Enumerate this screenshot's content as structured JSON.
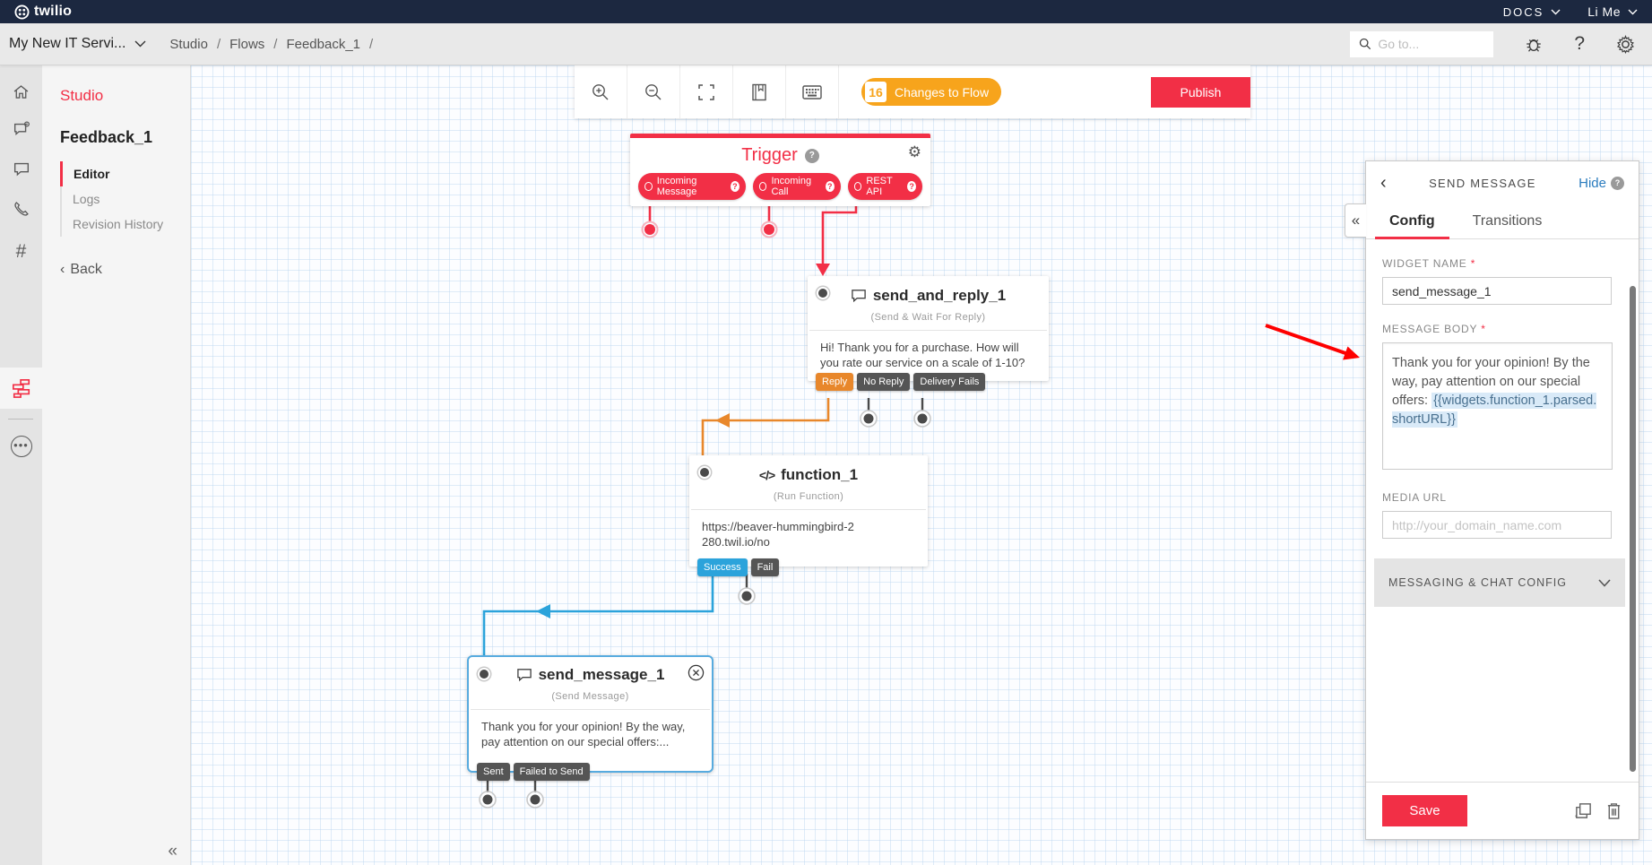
{
  "topbar": {
    "brand": "twilio",
    "docs_label": "DOCS",
    "user_label": "Li Me"
  },
  "breadcrumb": {
    "project": "My New IT Servi...",
    "path": [
      "Studio",
      "Flows",
      "Feedback_1"
    ],
    "separator": "/",
    "goto_placeholder": "Go to..."
  },
  "left_panel": {
    "title": "Studio",
    "flow_name": "Feedback_1",
    "menu": [
      "Editor",
      "Logs",
      "Revision History"
    ],
    "back_label": "Back"
  },
  "toolbar": {
    "changes_count": "16",
    "changes_label": "Changes to Flow",
    "publish_label": "Publish"
  },
  "flow": {
    "trigger": {
      "title": "Trigger",
      "pills": [
        "Incoming Message",
        "Incoming Call",
        "REST API"
      ]
    },
    "send_and_reply": {
      "name": "send_and_reply_1",
      "type": "(Send & Wait For Reply)",
      "body": "Hi! Thank you for a purchase. How will you rate our service on a scale of 1-10?",
      "pills": [
        "Reply",
        "No Reply",
        "Delivery Fails"
      ]
    },
    "function": {
      "name": "function_1",
      "type": "(Run Function)",
      "body": "https://beaver-hummingbird-2280.twil.io/no",
      "pills": [
        "Success",
        "Fail"
      ]
    },
    "send_message": {
      "name": "send_message_1",
      "type": "(Send Message)",
      "body": "Thank you for your opinion! By the way, pay attention on our special offers:...",
      "pills": [
        "Sent",
        "Failed to Send"
      ]
    }
  },
  "inspector": {
    "title": "SEND MESSAGE",
    "hide_label": "Hide",
    "tabs": [
      "Config",
      "Transitions"
    ],
    "fields": {
      "widget_name": {
        "label": "WIDGET NAME",
        "required": "*",
        "value": "send_message_1"
      },
      "message_body": {
        "label": "MESSAGE BODY",
        "required": "*",
        "text": "Thank you for your opinion! By the way, pay attention on our special offers: ",
        "template": "{{widgets.function_1.parsed.shortURL}}"
      },
      "media_url": {
        "label": "MEDIA URL",
        "placeholder": "http://your_domain_name.com"
      }
    },
    "section_label": "MESSAGING & CHAT CONFIG",
    "save_label": "Save"
  },
  "glyphs": {
    "help": "?",
    "question": "?",
    "chevron_back": "‹",
    "collapse": "«",
    "more": "•••",
    "hash": "#",
    "code": "</>",
    "gear": "⚙"
  },
  "colors": {
    "brand_red": "#F22F46",
    "dark_navy": "#1C2840",
    "changes_orange": "#F7A41C",
    "reply_orange": "#E8872B",
    "success_blue": "#2BA3DB",
    "selected_border_blue": "#57ABDF",
    "link_blue": "#2B7CBE",
    "template_highlight_bg": "#D9EAF8",
    "pill_gray": "#555555",
    "annotation_red": "#FE0000"
  }
}
